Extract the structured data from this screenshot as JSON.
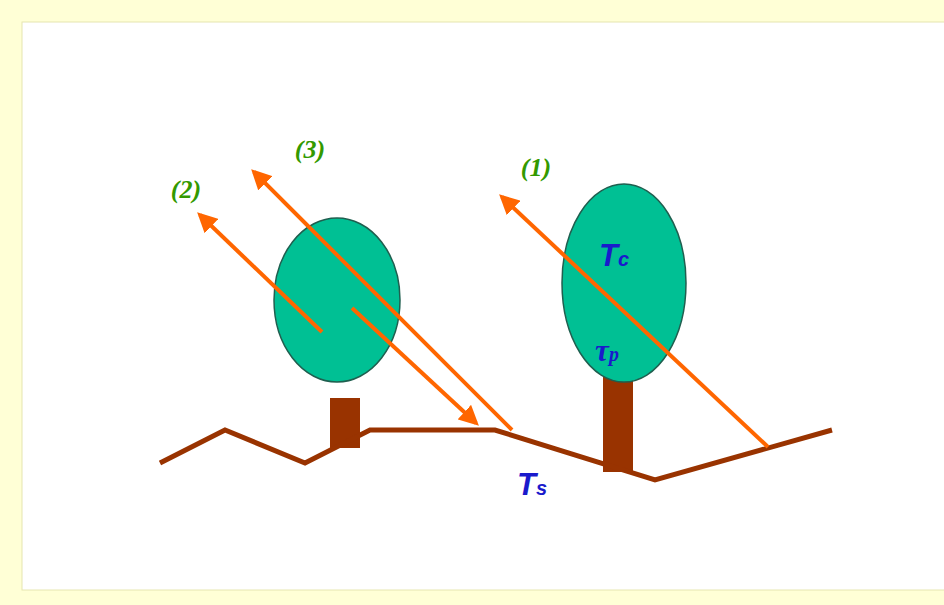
{
  "diagram": {
    "nodes": [
      {
        "text": [
          "Tc",
          "τp"
        ]
      }
    ],
    "labels": [
      "(2)",
      "(3)",
      "(1)",
      "Ts"
    ]
  }
}
